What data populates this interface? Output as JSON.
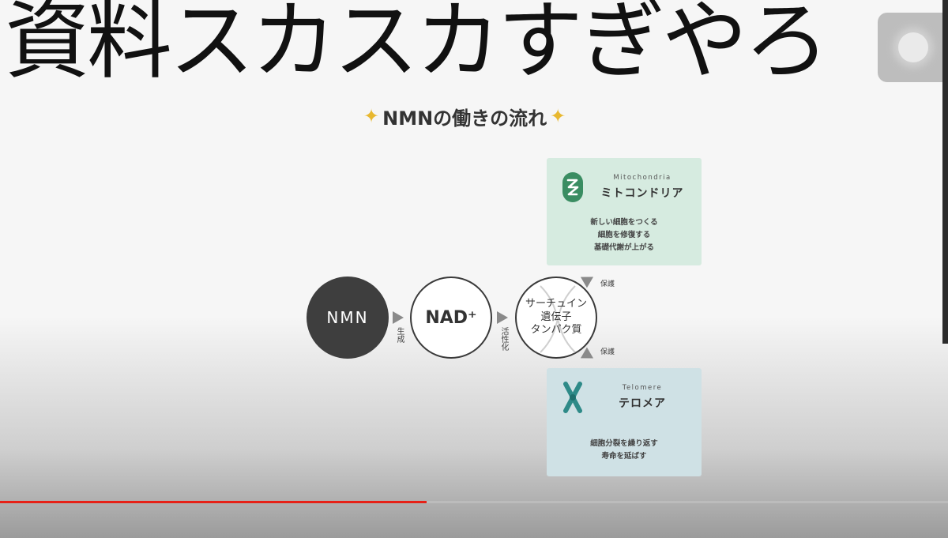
{
  "caption": "資料スカスカすぎやろ",
  "slide": {
    "title": "NMNの働きの流れ",
    "colors": {
      "dark_circle": "#3e3e3e",
      "mito_card": "#d6ebe0",
      "telo_card": "#cfe1e5",
      "mito_icon": "#3a8d62",
      "telo_icon": "#2e8a88",
      "progress": "#e62117"
    },
    "flow": {
      "nmn": "NMN",
      "generate_label": "生成",
      "nad": "NAD⁺",
      "activate_label": "活性化",
      "sirtuin": [
        "サーチュイン",
        "遺伝子",
        "タンパク質"
      ],
      "protect_top": "保護",
      "protect_bottom": "保護"
    },
    "mitochondria": {
      "icon": "mitochondria-icon",
      "en": "Mitochondria",
      "jp": "ミトコンドリア",
      "lines": [
        "新しい細胞をつくる",
        "細胞を修復する",
        "基礎代謝が上がる"
      ]
    },
    "telomere": {
      "icon": "chromosome-icon",
      "en": "Telomere",
      "jp": "テロメア",
      "lines": [
        "細胞分裂を繰り返す",
        "寿命を延ばす"
      ]
    }
  },
  "player": {
    "progress": 0.45
  }
}
